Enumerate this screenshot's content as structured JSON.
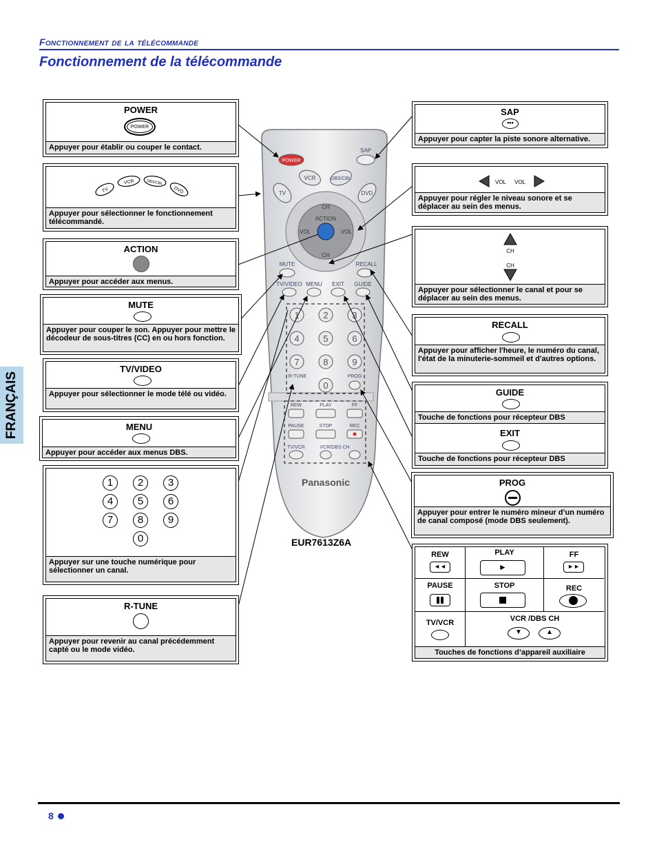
{
  "header": {
    "section": "Fonctionnement de la télécommande",
    "title": "Fonctionnement de la télécommande"
  },
  "side_tab": "FRANÇAIS",
  "model": "EUR7613Z6A",
  "footer": {
    "page": "8"
  },
  "remote": {
    "brand": "Panasonic",
    "labels": {
      "power": "POWER",
      "sap": "SAP",
      "tv": "TV",
      "vcr": "VCR",
      "dbscbl": "DBS/CBL",
      "dvd": "DVD",
      "ch": "CH",
      "vol": "VOL",
      "action": "ACTION",
      "mute": "MUTE",
      "recall": "RECALL",
      "tvvideo": "TV/VIDEO",
      "menu": "MENU",
      "exit": "EXIT",
      "guide": "GUIDE",
      "rtune": "R-TUNE",
      "prog": "PROG",
      "rew": "REW",
      "play": "PLAY",
      "ff": "FF",
      "pause": "PAUSE",
      "stop": "STOP",
      "rec": "REC",
      "tvvcr": "TV/VCR",
      "vcrdbsch": "VCR/DBS CH"
    },
    "digits": [
      "1",
      "2",
      "3",
      "4",
      "5",
      "6",
      "7",
      "8",
      "9",
      "0"
    ]
  },
  "boxes": {
    "power": {
      "title": "POWER",
      "icon_text": "POWER",
      "desc": "Appuyer pour établir ou couper le contact."
    },
    "mode": {
      "icons": [
        "TV",
        "VCR",
        "DBS/CBL",
        "DVD"
      ],
      "desc": "Appuyer pour sélectionner le fonctionnement télécommandé."
    },
    "action": {
      "title": "ACTION",
      "desc": "Appuyer pour accéder aux menus."
    },
    "mute": {
      "title": "MUTE",
      "desc": "Appuyer pour couper le son. Appuyer pour mettre le décodeur de sous-titres (CC) en ou hors fonction."
    },
    "tvvideo": {
      "title": "TV/VIDEO",
      "desc": "Appuyer pour sélectionner le mode télé ou vidéo."
    },
    "menu": {
      "title": "MENU",
      "desc": "Appuyer pour accéder aux menus DBS."
    },
    "numbers": {
      "digits": [
        "1",
        "2",
        "3",
        "4",
        "5",
        "6",
        "7",
        "8",
        "9",
        "0"
      ],
      "desc": "Appuyer sur une touche numérique pour sélectionner un canal."
    },
    "rtune": {
      "title": "R-TUNE",
      "desc": "Appuyer pour revenir au canal précédemment capté ou le mode vidéo."
    },
    "sap": {
      "title": "SAP",
      "desc": "Appuyer pour capter la piste sonore alternative."
    },
    "vol": {
      "left": "VOL",
      "right": "VOL",
      "desc": "Appuyer pour régler le niveau sonore et se déplacer au sein des menus."
    },
    "ch": {
      "up": "CH",
      "down": "CH",
      "desc": "Appuyer pour sélectionner le canal et pour se déplacer au sein des menus."
    },
    "recall": {
      "title": "RECALL",
      "desc": "Appuyer pour afficher l'heure, le numéro du canal, l'état de la minuterie-sommeil et d'autres options."
    },
    "guide": {
      "title": "GUIDE",
      "desc": "Touche de fonctions pour récepteur DBS"
    },
    "exit": {
      "title": "EXIT",
      "desc": "Touche de fonctions pour récepteur DBS"
    },
    "prog": {
      "title": "PROG",
      "desc": "Appuyer pour entrer le numéro mineur d’un numéro de canal composé (mode DBS seulement)."
    },
    "aux": {
      "rew": "REW",
      "play": "PLAY",
      "ff": "FF",
      "pause": "PAUSE",
      "stop": "STOP",
      "rec": "REC",
      "tvvcr": "TV/VCR",
      "vcrdbsch": "VCR /DBS CH",
      "desc": "Touches de fonctions d’appareil auxiliaire"
    }
  }
}
